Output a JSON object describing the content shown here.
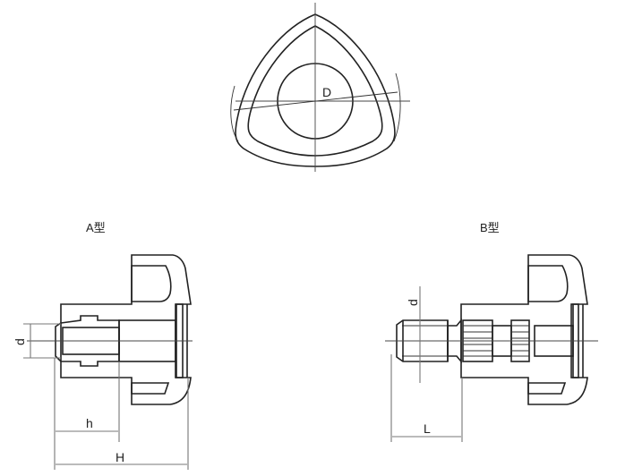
{
  "figure": {
    "top_view": {
      "label_D": "D"
    },
    "type_a": {
      "title": "A型",
      "dim_d": "d",
      "dim_h": "h",
      "dim_H": "H"
    },
    "type_b": {
      "title": "B型",
      "dim_d": "d",
      "dim_L": "L"
    }
  },
  "colors": {
    "line": "#222222",
    "dimension": "#777777",
    "background": "#ffffff"
  }
}
